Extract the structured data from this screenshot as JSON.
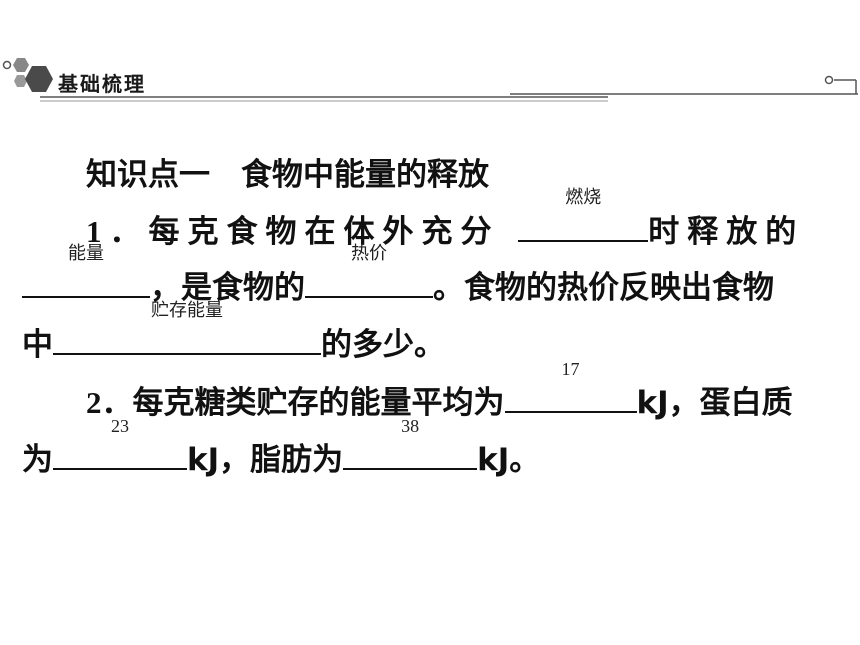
{
  "header": {
    "section_title": "基础梳理"
  },
  "colors": {
    "accent": "#4a4a4a",
    "rule": "#555555"
  },
  "heading": "知识点一　食物中能量的释放",
  "item1": {
    "line1_number": "1．",
    "line1_text_a": "每克食物在体外充分",
    "answer_burn": "燃烧",
    "line1_text_b": "时释放的",
    "answer_energy": "能量",
    "line2_text_a": "，是食物的",
    "answer_calorific": "热价",
    "line2_text_b": "。食物的热价反映出食物",
    "line3_text_a": "中",
    "answer_stored": "贮存能量",
    "line3_text_b": "的多少。"
  },
  "item2": {
    "line1_number": "2．",
    "line1_text_a": "每克糖类贮存的能量平均为",
    "answer_sugar": "17",
    "line1_text_b": "kJ，蛋白质",
    "line2_text_a": "为",
    "answer_protein": "23",
    "line2_text_b": "kJ，脂肪为",
    "answer_fat": "38",
    "line2_text_c": "kJ。"
  }
}
